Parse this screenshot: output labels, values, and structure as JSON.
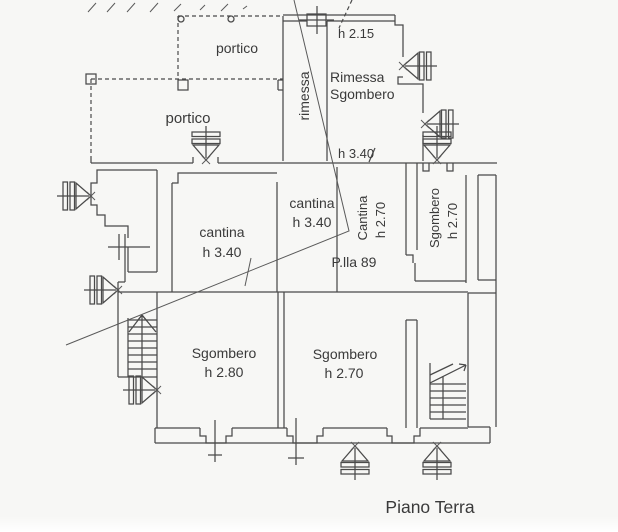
{
  "document": {
    "type_label": "floor plan drawing",
    "colors": {
      "paper": "#f7f7f5",
      "ink": "#4a4a4a",
      "text": "#3a3a3a"
    }
  },
  "floor_plan": {
    "caption": "Piano Terra",
    "parcel_label": "P.lla 89",
    "rooms": {
      "portico_upper": {
        "name": "portico"
      },
      "portico_lower": {
        "name": "portico"
      },
      "rimessa": {
        "name": "rimessa"
      },
      "rimessa_sgombero": {
        "name_line1": "Rimessa",
        "name_line2": "Sgombero",
        "height_upper": "h 2.15",
        "height_lower": "h 3.40"
      },
      "cantina_main": {
        "name": "cantina",
        "height": "h 3.40"
      },
      "cantina_small": {
        "name": "cantina",
        "height": "h 3.40"
      },
      "cantina_side": {
        "name": "Cantina",
        "height": "h 2.70"
      },
      "sgombero_side": {
        "name": "Sgombero",
        "height": "h 2.70"
      },
      "sgombero_large": {
        "name": "Sgombero",
        "height": "h 2.80"
      },
      "sgombero_center": {
        "name": "Sgombero",
        "height": "h 2.70"
      }
    }
  }
}
